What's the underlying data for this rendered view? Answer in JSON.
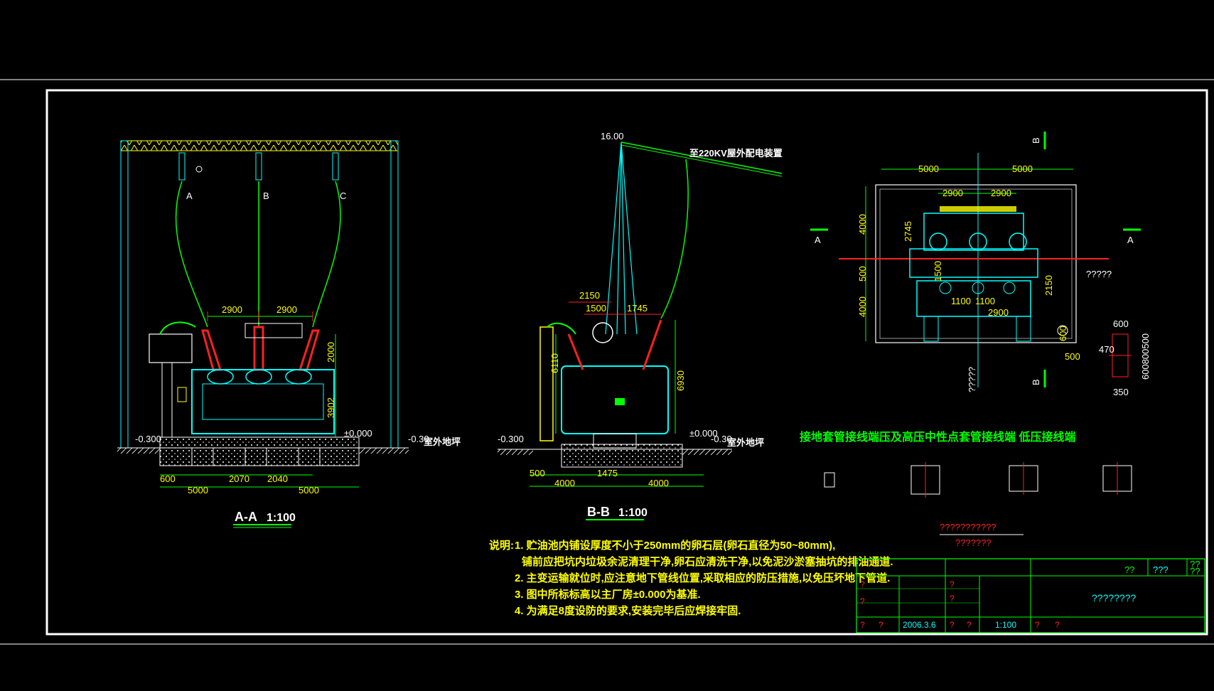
{
  "colors": {
    "background": "#000000",
    "frame": "#ffffff",
    "green": "#00ff00",
    "cyan": "#00ffff",
    "red": "#ff2020",
    "yellow": "#ffff00",
    "magenta": "#ff00ff"
  },
  "section_aa": {
    "title": "A-A",
    "scale": "1:100",
    "phase_a": "A",
    "phase_b": "B",
    "phase_c": "C",
    "dim_2900_l": "2900",
    "dim_2900_r": "2900",
    "dim_2000": "2000",
    "dim_3902": "3902",
    "dim_600": "600",
    "dim_2070": "2070",
    "dim_2040": "2040",
    "dim_5000_l": "5000",
    "dim_5000_r": "5000",
    "elev_left": "-0.300",
    "elev_zero": "±0.000",
    "elev_right": "-0.30",
    "ground_label": "室外地坪"
  },
  "section_bb": {
    "title": "B-B",
    "scale": "1:100",
    "top_elev": "16.00",
    "to_220kv": "至220KV屋外配电装置",
    "dim_2150": "2150",
    "dim_1500": "1500",
    "dim_1745": "1745",
    "dim_6110": "6110",
    "dim_6930": "6930",
    "dim_500": "500",
    "dim_1475": "1475",
    "dim_4000_l": "4000",
    "dim_4000_r": "4000",
    "elev_left": "-0.300",
    "elev_zero": "±0.000",
    "elev_right": "-0.30",
    "ground_label": "室外地坪"
  },
  "plan": {
    "label_b_top": "B",
    "label_b_bottom": "B",
    "label_a_left": "A",
    "label_a_right": "A",
    "dim_5000_l": "5000",
    "dim_5000_r": "5000",
    "dim_2900_l": "2900",
    "dim_2900_r": "2900",
    "dim_4000_top": "4000",
    "dim_500": "500",
    "dim_4000_bot": "4000",
    "dim_2745": "2745",
    "dim_1500": "1500",
    "dim_2150": "2150",
    "dim_1100_l": "1100",
    "dim_1100_r": "1100",
    "dim_2900_bot": "2900",
    "dim_600_side": "600",
    "dim_500_side": "500",
    "q_right": "?????",
    "q_bottom": "?????",
    "detail_600": "600",
    "detail_470": "470",
    "detail_350": "350",
    "detail_vert": "600800500"
  },
  "details": {
    "heading": "接地套管接线端压及高压中性点套管接线端   低压接线端",
    "q_title": "???????????",
    "q_sub": "???????"
  },
  "notes": {
    "prefix": "说明:",
    "line1": "1. 贮油池内铺设厚度不小于250mm的卵石层(卵石直径为50~80mm),",
    "line1b": "铺前应把坑内垃圾余泥清理干净,卵石应清洗干净,以免泥沙淤塞抽坑的排油通道.",
    "line2": "2. 主变运输就位时,应注意地下管线位置,采取相应的防压措施,以免压坏地下管道.",
    "line3": "3. 图中所标标高以主厂房±0.000为基准.",
    "line4": "4. 为满足8度设防的要求,安装完毕后应焊接牢固."
  },
  "title_block": {
    "cell_q1": "??",
    "cell_q2": "???",
    "cell_q3": "??",
    "cell_q4": "??",
    "drawing_name": "????????",
    "date": "2006.3.6",
    "scale": "1:100",
    "q": "?"
  }
}
